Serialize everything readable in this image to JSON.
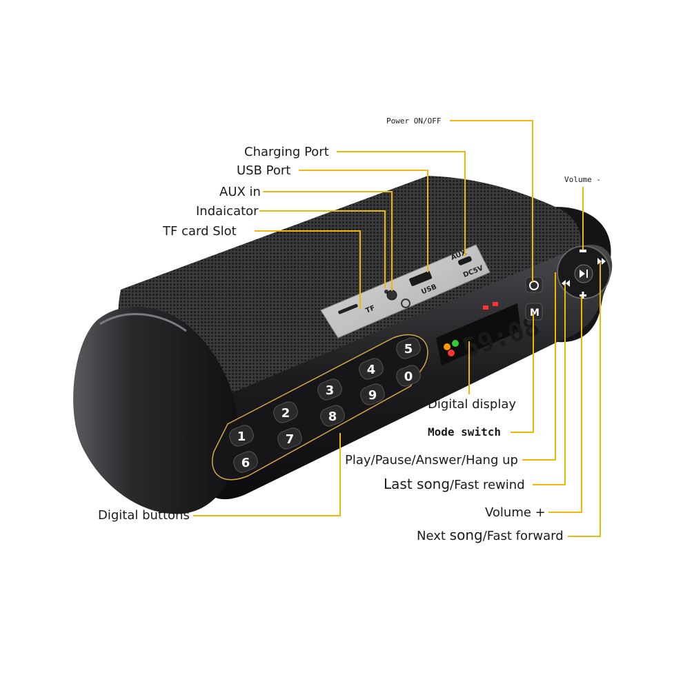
{
  "colors": {
    "leader": "#f2b705",
    "body": "#1c1c1e",
    "grille": "#2e2e30",
    "display": "#f5a20a",
    "panel": "#c9c9c9"
  },
  "labels": {
    "power": "Power ON/OFF",
    "charging": "Charging Port",
    "usb": "USB Port",
    "aux": "AUX in",
    "indicator": "Indaicator",
    "tf": "TF card Slot",
    "volume_minus": "Volume -",
    "digital_display": "Digital display",
    "mode_switch": "Mode switch",
    "play_pause": "Play/Pause/Answer/Hang up",
    "last_song_a": "Last song",
    "last_song_b": "/Fast rewind",
    "volume_plus": "Volume +",
    "next_song_a": "Next ",
    "next_song_b": "song",
    "next_song_c": "/Fast forward",
    "digital_buttons": "Digital buttons"
  },
  "device": {
    "display_digits": "59:08",
    "port_tf": "TF",
    "port_usb": "USB",
    "port_dc": "DC5V",
    "port_aux": "AUX",
    "mode_key": "M",
    "keys": [
      {
        "label": "1"
      },
      {
        "label": "2"
      },
      {
        "label": "3"
      },
      {
        "label": "4"
      },
      {
        "label": "5"
      },
      {
        "label": "6"
      },
      {
        "label": "7"
      },
      {
        "label": "8"
      },
      {
        "label": "9"
      },
      {
        "label": "0"
      }
    ]
  }
}
